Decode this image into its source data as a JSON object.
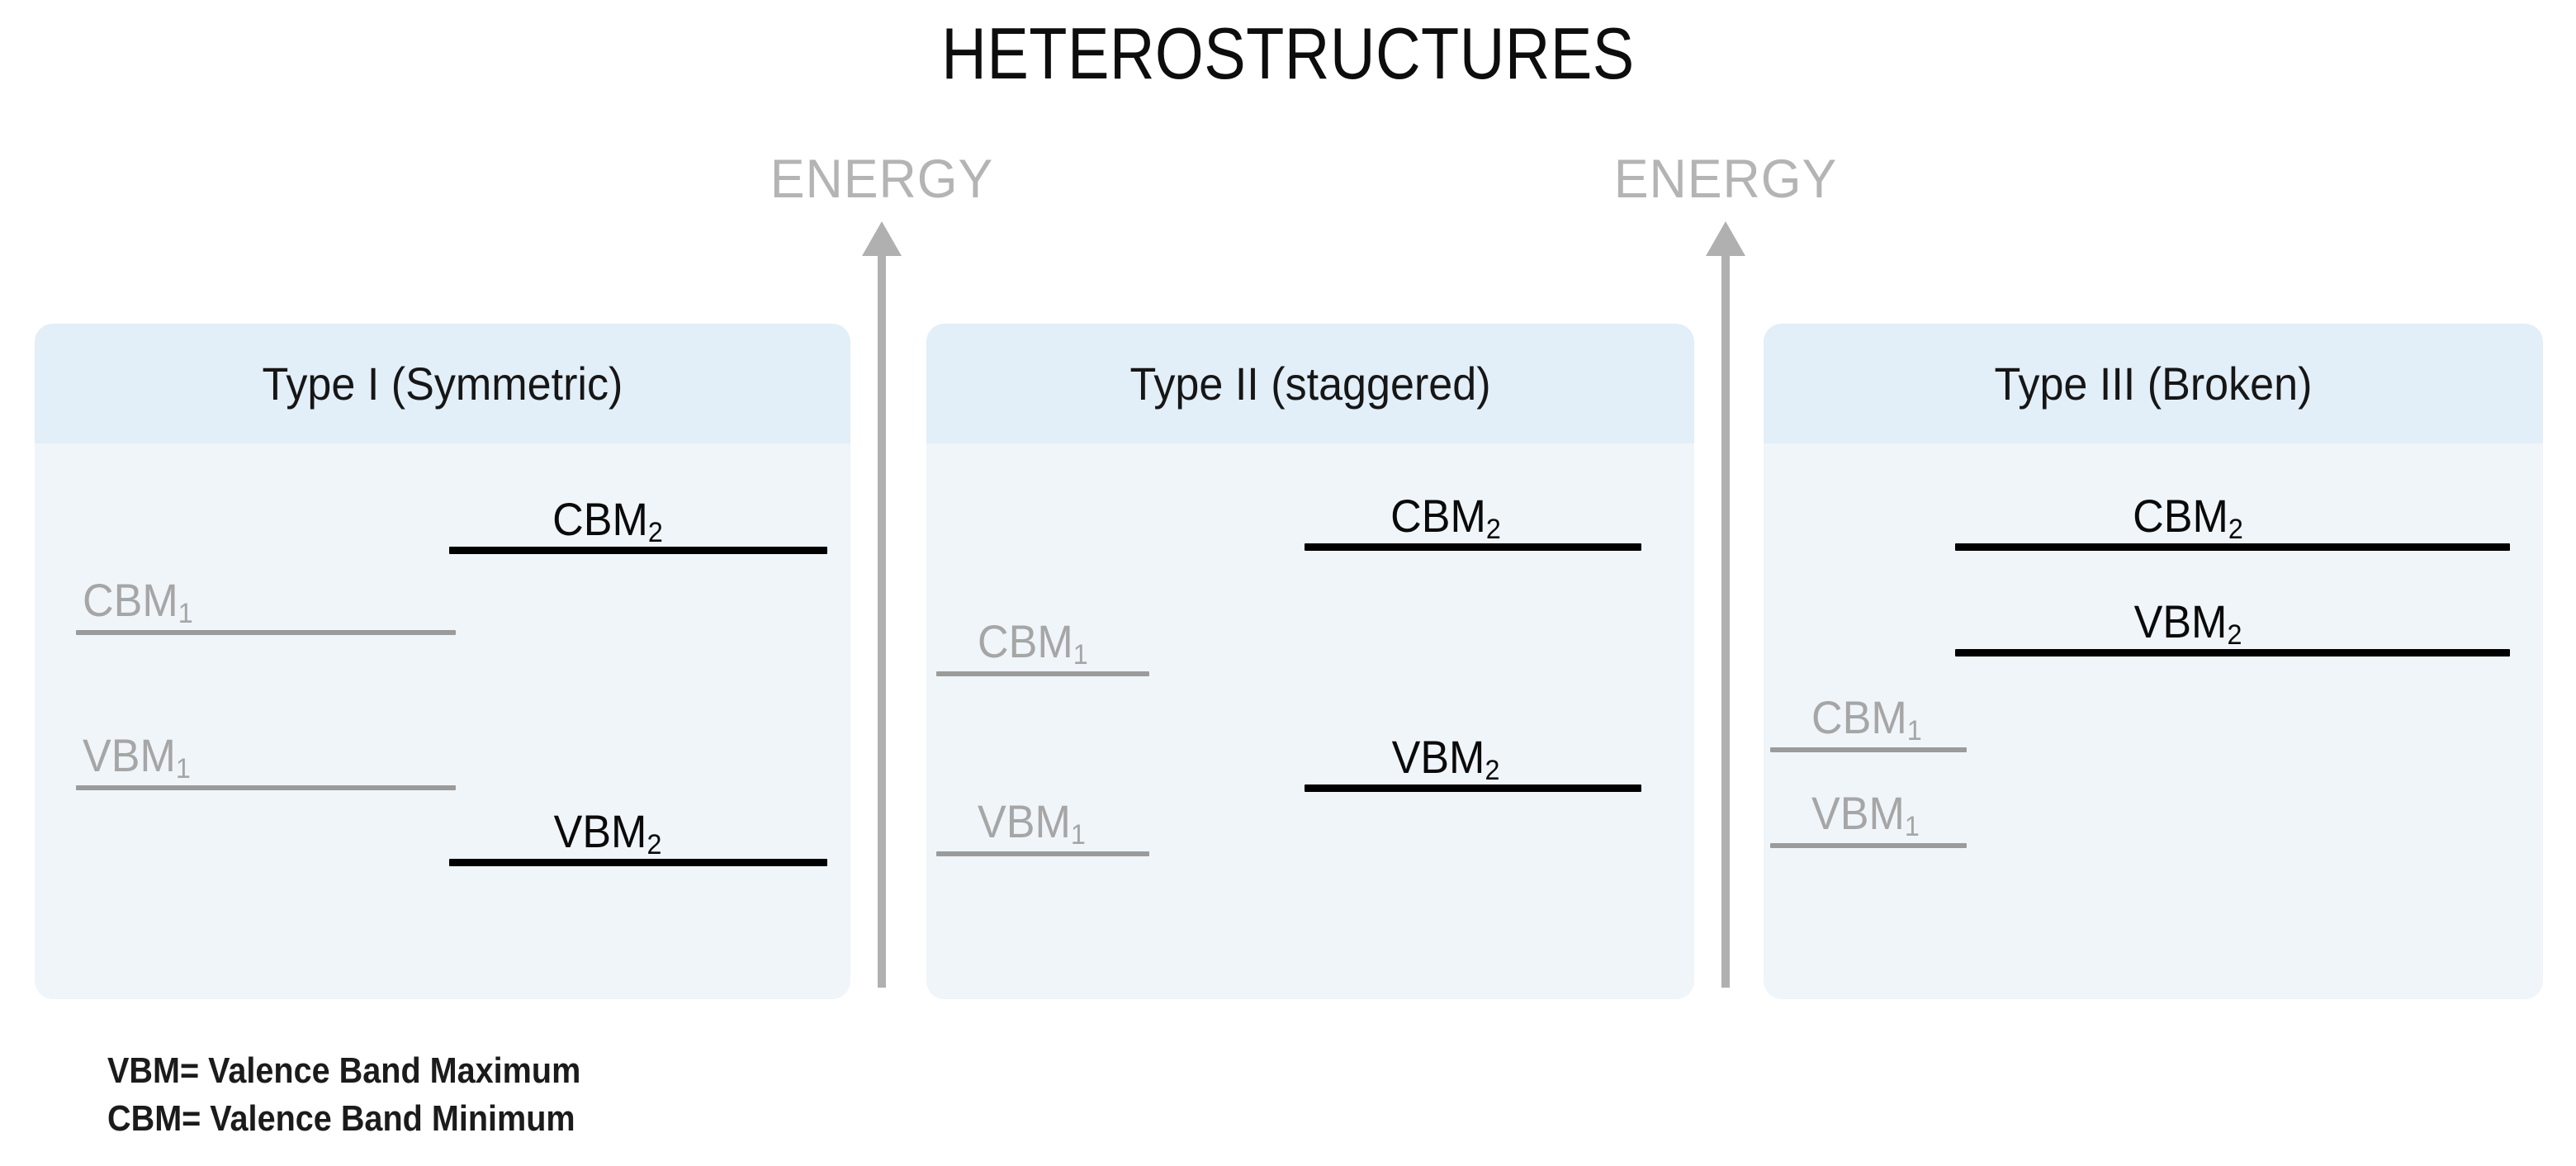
{
  "title": "HETEROSTRUCTURES",
  "energy_axes": [
    {
      "label": "ENERGY",
      "icon": "up-arrow-icon"
    },
    {
      "label": "ENERGY",
      "icon": "up-arrow-icon"
    }
  ],
  "panels": [
    {
      "id": "type-1",
      "title": "Type I (Symmetric)",
      "levels": [
        {
          "key": "cbm2",
          "label_base": "CBM",
          "label_sub": "2",
          "material": "2",
          "band": "CBM"
        },
        {
          "key": "cbm1",
          "label_base": "CBM",
          "label_sub": "1",
          "material": "1",
          "band": "CBM"
        },
        {
          "key": "vbm1",
          "label_base": "VBM",
          "label_sub": "1",
          "material": "1",
          "band": "VBM"
        },
        {
          "key": "vbm2",
          "label_base": "VBM",
          "label_sub": "2",
          "material": "2",
          "band": "VBM"
        }
      ]
    },
    {
      "id": "type-2",
      "title": "Type II (staggered)",
      "levels": [
        {
          "key": "cbm2",
          "label_base": "CBM",
          "label_sub": "2",
          "material": "2",
          "band": "CBM"
        },
        {
          "key": "cbm1",
          "label_base": "CBM",
          "label_sub": "1",
          "material": "1",
          "band": "CBM"
        },
        {
          "key": "vbm2",
          "label_base": "VBM",
          "label_sub": "2",
          "material": "2",
          "band": "VBM"
        },
        {
          "key": "vbm1",
          "label_base": "VBM",
          "label_sub": "1",
          "material": "1",
          "band": "VBM"
        }
      ]
    },
    {
      "id": "type-3",
      "title": "Type III (Broken)",
      "levels": [
        {
          "key": "cbm2",
          "label_base": "CBM",
          "label_sub": "2",
          "material": "2",
          "band": "CBM"
        },
        {
          "key": "vbm2",
          "label_base": "VBM",
          "label_sub": "2",
          "material": "2",
          "band": "VBM"
        },
        {
          "key": "cbm1",
          "label_base": "CBM",
          "label_sub": "1",
          "material": "1",
          "band": "CBM"
        },
        {
          "key": "vbm1",
          "label_base": "VBM",
          "label_sub": "1",
          "material": "1",
          "band": "VBM"
        }
      ]
    }
  ],
  "legend": [
    "VBM= Valence Band Maximum",
    "CBM= Valence Band Minimum"
  ],
  "colors": {
    "panel_header": "#e2eef8",
    "panel_body": "#eff5f9",
    "material2_line": "#000000",
    "material1_line": "#9b9b9b",
    "material1_text": "#a6a6a6",
    "energy_axis": "#b4b4b4",
    "background": "#ffffff"
  },
  "chart_data": {
    "type": "diagram",
    "title": "HETEROSTRUCTURES",
    "description": "Band alignment diagrams of three semiconductor heterojunction types; vertical axis is ENERGY increasing upward.",
    "axis": {
      "name": "ENERGY",
      "direction": "up",
      "ticks": false
    },
    "panels": [
      {
        "name": "Type I (Symmetric)",
        "levels": [
          {
            "label": "CBM2",
            "material": 2,
            "band": "CBM",
            "energy_rank": 1,
            "side": "right"
          },
          {
            "label": "CBM1",
            "material": 1,
            "band": "CBM",
            "energy_rank": 2,
            "side": "left"
          },
          {
            "label": "VBM1",
            "material": 1,
            "band": "VBM",
            "energy_rank": 3,
            "side": "left"
          },
          {
            "label": "VBM2",
            "material": 2,
            "band": "VBM",
            "energy_rank": 4,
            "side": "right"
          }
        ]
      },
      {
        "name": "Type II (staggered)",
        "levels": [
          {
            "label": "CBM2",
            "material": 2,
            "band": "CBM",
            "energy_rank": 1,
            "side": "right"
          },
          {
            "label": "CBM1",
            "material": 1,
            "band": "CBM",
            "energy_rank": 2,
            "side": "left"
          },
          {
            "label": "VBM2",
            "material": 2,
            "band": "VBM",
            "energy_rank": 3,
            "side": "right"
          },
          {
            "label": "VBM1",
            "material": 1,
            "band": "VBM",
            "energy_rank": 4,
            "side": "left"
          }
        ]
      },
      {
        "name": "Type III (Broken)",
        "levels": [
          {
            "label": "CBM2",
            "material": 2,
            "band": "CBM",
            "energy_rank": 1,
            "side": "right"
          },
          {
            "label": "VBM2",
            "material": 2,
            "band": "VBM",
            "energy_rank": 2,
            "side": "right"
          },
          {
            "label": "CBM1",
            "material": 1,
            "band": "CBM",
            "energy_rank": 3,
            "side": "left"
          },
          {
            "label": "VBM1",
            "material": 1,
            "band": "VBM",
            "energy_rank": 4,
            "side": "left"
          }
        ]
      }
    ]
  }
}
